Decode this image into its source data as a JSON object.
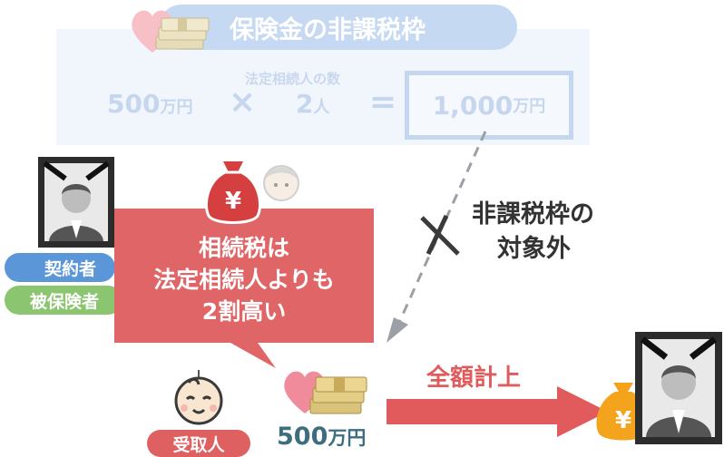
{
  "title": "保険金の非課税枠",
  "formula": {
    "label": "法定相続人の数",
    "amount_num": "500",
    "amount_unit": "万円",
    "times": "×",
    "heirs_num": "2",
    "heirs_unit": "人",
    "equals": "=",
    "result_num": "1,000",
    "result_unit": "万円"
  },
  "annotation": {
    "line1": "非課税枠の",
    "line2": "対象外"
  },
  "roles": {
    "contractor": "契約者",
    "insured": "被保険者",
    "recipient": "受取人"
  },
  "speech": {
    "line1": "相続税は",
    "line2": "法定相続人よりも",
    "line3": "2割高い"
  },
  "bag_symbol": "¥",
  "payout": {
    "amount_num": "500",
    "amount_unit": "万円",
    "total_label": "全額計上"
  },
  "colors": {
    "speech_red": "#e06566",
    "arrow_red": "#e15b5c",
    "faded_blue": "#c6d9f3",
    "contractor_blue": "#5b97d8",
    "insured_green": "#8cc56f",
    "coin_orange": "#f4a41c"
  }
}
